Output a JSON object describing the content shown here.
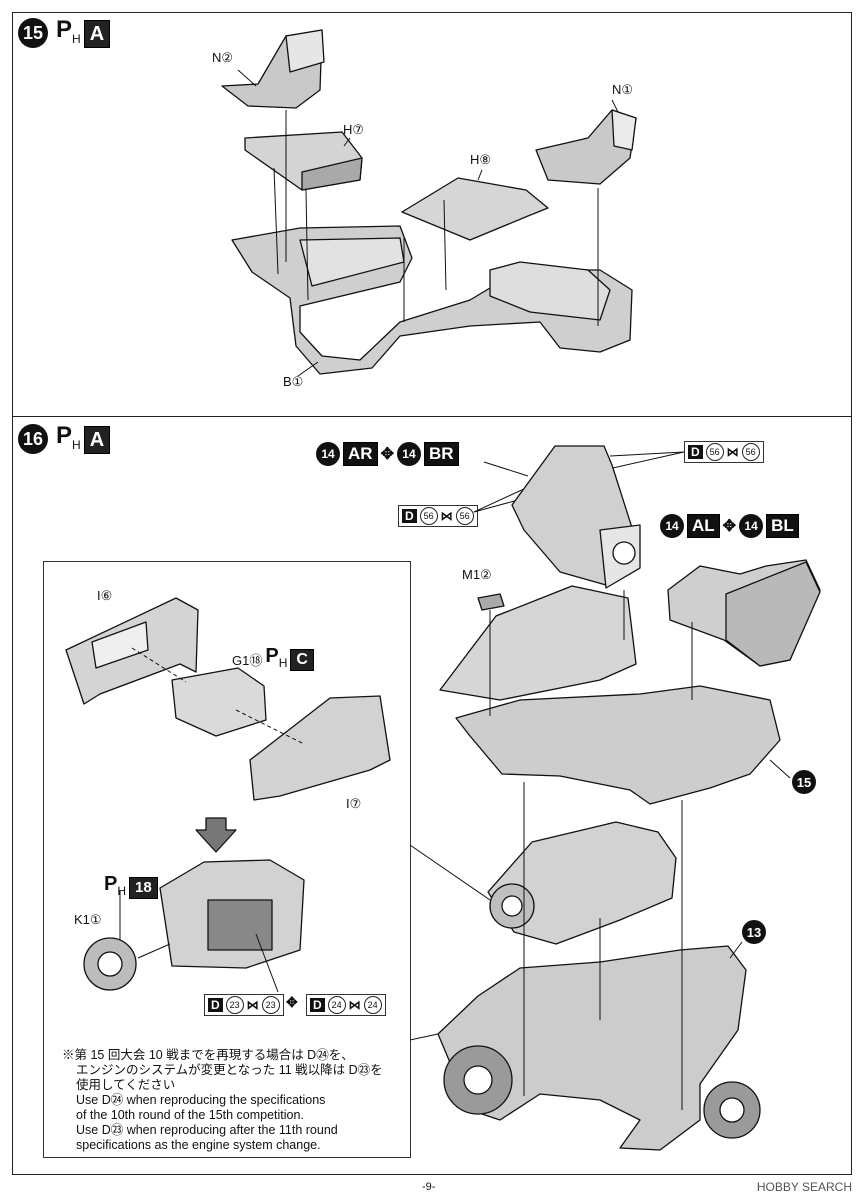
{
  "step15": {
    "number": "15",
    "paint_ph": "P",
    "paint_sub": "H",
    "paint_color": "A",
    "parts": {
      "n2": "N②",
      "h7": "H⑦",
      "h8": "H⑧",
      "n1": "N①",
      "b1": "B①"
    }
  },
  "step16": {
    "number": "16",
    "paint_ph": "P",
    "paint_sub": "H",
    "paint_color": "A",
    "decal_top_left": {
      "a": "14",
      "a_box": "AR",
      "b": "14",
      "b_box": "BR"
    },
    "decal_top_right": {
      "a": "14",
      "a_box": "AL",
      "b": "14",
      "b_box": "BL"
    },
    "chip_d": "D",
    "chip_56a": "56",
    "chip_56b": "56",
    "chip_23a": "23",
    "chip_23b": "23",
    "chip_24a": "24",
    "chip_24b": "24",
    "parts": {
      "m12": "M1②",
      "i6": "I⑥",
      "g118": "G1⑱",
      "g118_ph": "P",
      "g118_sub": "H",
      "g118_color": "C",
      "i7": "I⑦",
      "k11": "K1①",
      "k11_ph": "P",
      "k11_sub": "H",
      "k11_color": "18",
      "ref15": "15",
      "ref13": "13"
    },
    "note": {
      "jp_line1": "※第 15 回大会 10 戦までを再現する場合は D㉔を、",
      "jp_line2": "エンジンのシステムが変更となった 11 戦以降は D㉓を",
      "jp_line3": "使用してください",
      "en_line1": "Use D㉔ when reproducing the specifications",
      "en_line2": "of the 10th round of the 15th competition.",
      "en_line3": "Use D㉓ when reproducing after the 11th round",
      "en_line4": "specifications as the engine system change."
    }
  },
  "footer": {
    "page": "-9-",
    "watermark": "HOBBY SEARCH"
  }
}
